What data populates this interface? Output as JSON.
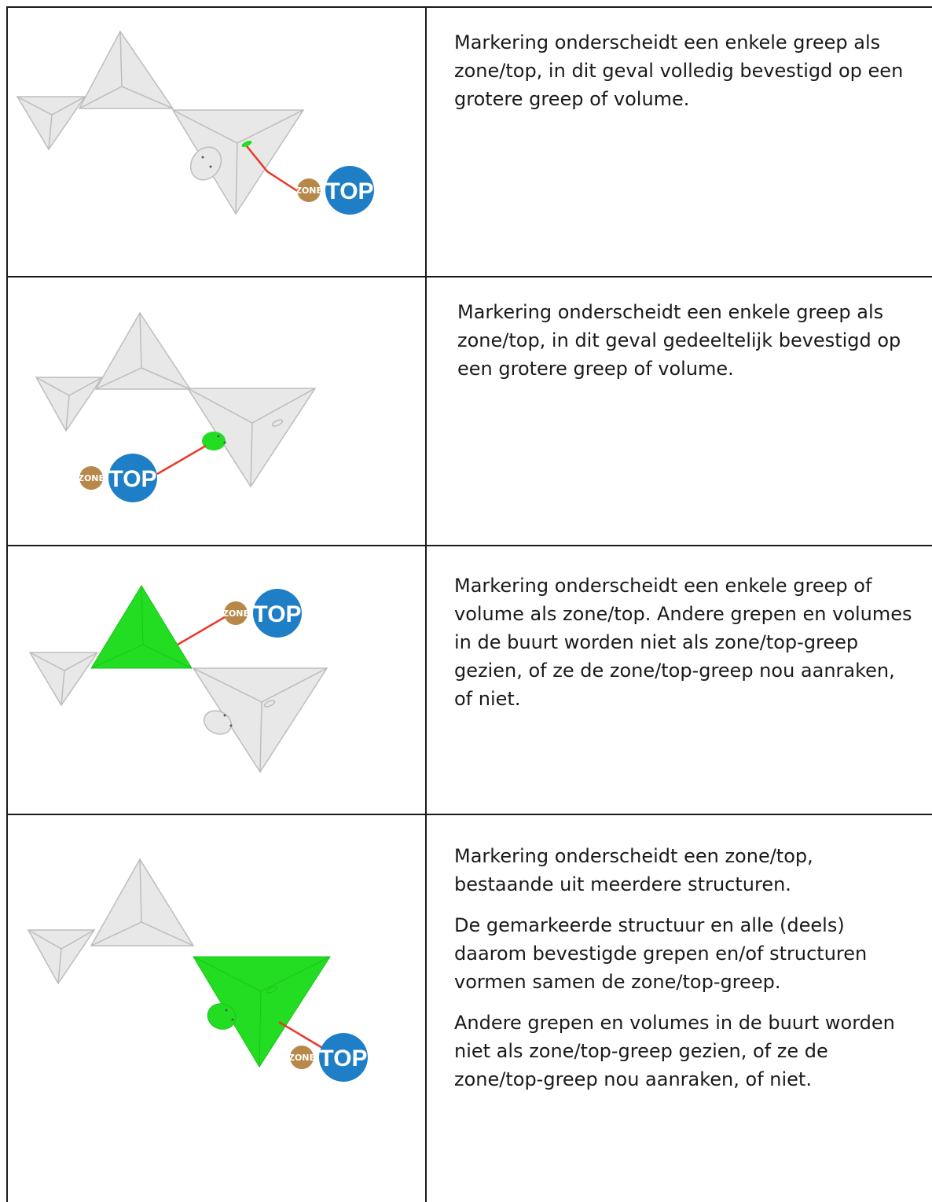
{
  "rows": [
    {
      "description": [
        "Markering onderscheidt een enkele greep als zone/top, in dit geval volledig bevestigd op een grotere greep of volume."
      ]
    },
    {
      "description": [
        "Markering onderscheidt een enkele greep als zone/top, in dit geval gedeeltelijk bevestigd op een grotere greep of volume."
      ]
    },
    {
      "description": [
        "Markering onderscheidt een enkele greep of volume als zone/top. Andere grepen en volumes in de buurt worden niet als zone/top-greep gezien, of ze de zone/top-greep nou aanraken, of niet."
      ]
    },
    {
      "description": [
        "Markering onderscheidt een zone/top, bestaande uit meerdere structuren.",
        "De gemarkeerde structuur en alle (deels) daarom bevestigde grepen en/of structuren vormen samen de zone/top-greep.",
        "Andere grepen en volumes in de buurt worden niet als zone/top-greep gezien, of ze de zone/top-greep nou aanraken, of niet."
      ]
    }
  ],
  "badge": {
    "zone_label": "ZONE",
    "top_label": "TOP"
  },
  "colors": {
    "volume_fill": "#e8e8e8",
    "volume_stroke": "#bdbdbd",
    "highlight": "#22dd22",
    "marker_line": "#e83a2a",
    "zone_badge": "#b8884a",
    "top_badge": "#1e7fc6"
  }
}
